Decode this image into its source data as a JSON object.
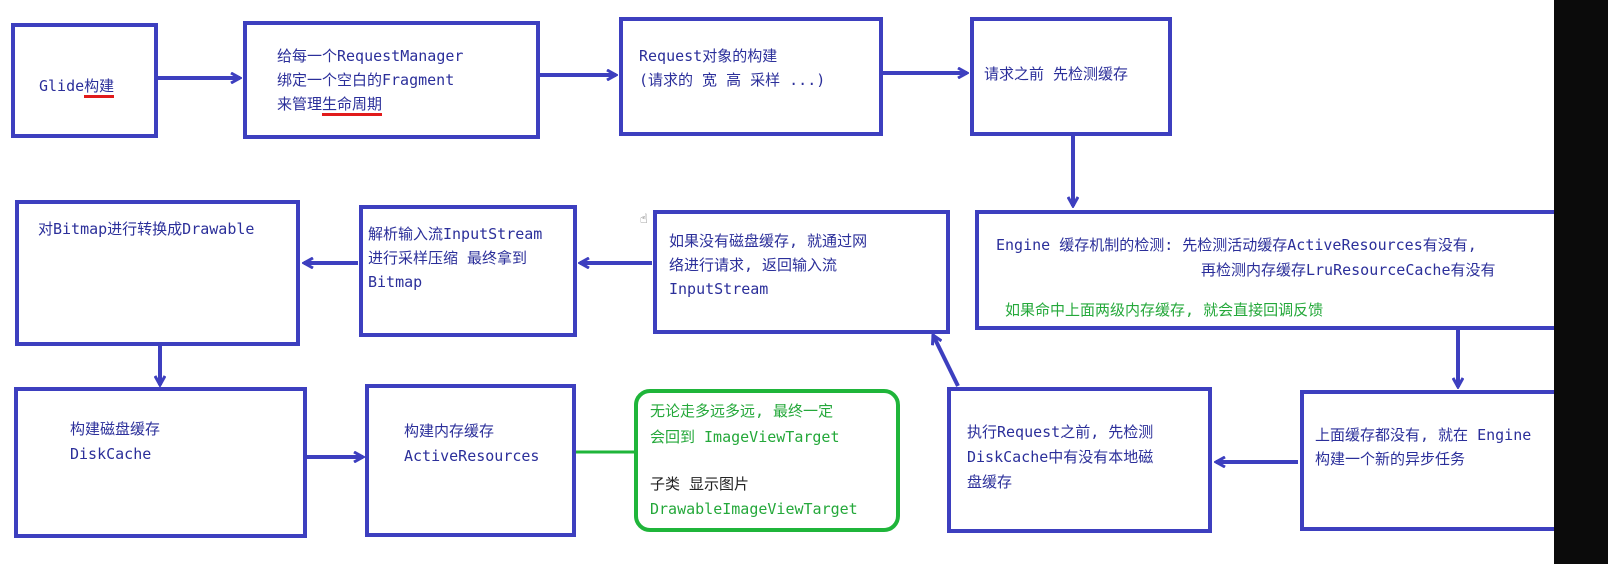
{
  "boxes": {
    "glide_build": {
      "line1_prefix": "Glide",
      "line1_underlined": "构建"
    },
    "request_manager": {
      "line1": "给每一个RequestManager",
      "line2": "绑定一个空白的Fragment",
      "line3_prefix": "来管理",
      "line3_underlined": "生命周期"
    },
    "request_object": {
      "line1": "Request对象的构建",
      "line2": "(请求的 宽 高 采样 ...)"
    },
    "check_cache": {
      "line1": "请求之前 先检测缓存"
    },
    "engine_check": {
      "line1": "Engine 缓存机制的检测: 先检测活动缓存ActiveResources有没有,",
      "line2": "再检测内存缓存LruResourceCache有没有",
      "line3": "如果命中上面两级内存缓存, 就会直接回调反馈"
    },
    "network_request": {
      "line1": "如果没有磁盘缓存, 就通过网",
      "line2": "络进行请求, 返回输入流",
      "line3": "InputStream"
    },
    "parse_stream": {
      "line1": "解析输入流InputStream",
      "line2": "进行采样压缩 最终拿到",
      "line3": "Bitmap"
    },
    "bitmap_convert": {
      "line1": "对Bitmap进行转换成Drawable"
    },
    "disk_cache": {
      "line1": "构建磁盘缓存",
      "line2": "DiskCache"
    },
    "memory_cache": {
      "line1": "构建内存缓存",
      "line2": "ActiveResources"
    },
    "image_view_target": {
      "line1": "无论走多远多远, 最终一定",
      "line2": "会回到 ImageViewTarget",
      "line3": "子类 显示图片",
      "line4": "DrawableImageViewTarget"
    },
    "disk_check": {
      "line1": "执行Request之前, 先检测",
      "line2": "DiskCache中有没有本地磁",
      "line3": "盘缓存"
    },
    "new_task": {
      "line1": "上面缓存都没有, 就在 Engine",
      "line2": "构建一个新的异步任务"
    }
  },
  "colors": {
    "box_border": "#3d3fbf",
    "text": "#2b2f9a",
    "green": "#1fb53a",
    "underline": "#e11b1b"
  }
}
